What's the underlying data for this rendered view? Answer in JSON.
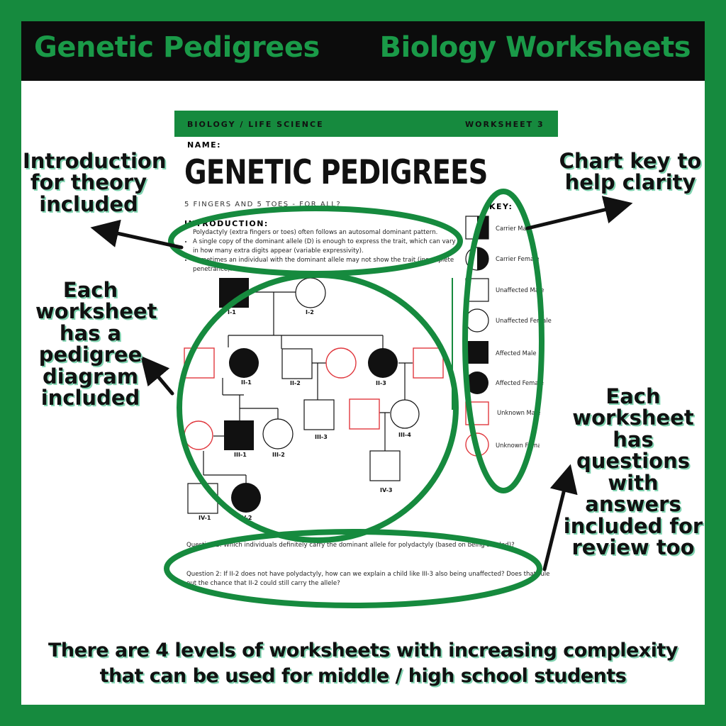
{
  "banner": {
    "left_title": "Genetic Pedigrees",
    "right_title": "Biology Worksheets"
  },
  "worksheet": {
    "category": "BIOLOGY / LIFE SCIENCE",
    "number": "WORKSHEET 3",
    "name_label": "NAME:",
    "title": "GENETIC PEDIGREES",
    "subtitle": "5 FINGERS AND 5 TOES - FOR ALL?",
    "intro_heading": "INTRODUCTION:",
    "intro_items": [
      "Polydactyly (extra fingers or toes) often follows an autosomal dominant pattern.",
      "A single copy of the dominant allele (D) is enough to express the trait, which can vary in how many extra digits appear (variable expressivity).",
      "Sometimes an individual with the dominant allele may not show the trait (incomplete penetrance)."
    ],
    "key_heading": "KEY:",
    "key_items": [
      "Carrier Male",
      "Carrier Female",
      "Unaffected Male",
      "Unaffected Female",
      "Affected Male",
      "Affected Female",
      "Unknown Male",
      "Unknown Female"
    ],
    "pedigree_labels": {
      "i1": "I-1",
      "i2": "I-2",
      "ii1": "II-1",
      "ii2": "II-2",
      "ii3": "II-3",
      "iii1": "III-1",
      "iii2": "III-2",
      "iii3": "III-3",
      "iii4": "III-4",
      "iv1": "IV-1",
      "iv2": "IV-2",
      "iv3": "IV-3"
    },
    "question1": "Question 1: Which individuals definitely carry the dominant allele for polydactyly (based on being shaded)?",
    "question2": "Question 2: If II-2 does not have polydactyly, how can we explain a child like III-3 also being unaffected? Does that rule out the chance that II-2 could still carry the allele?"
  },
  "callouts": {
    "intro": "Introduction for theory included",
    "pedigree": "Each worksheet has a pedigree diagram included",
    "key": "Chart key to help clarity",
    "questions": "Each worksheet has questions with answers included for review too"
  },
  "footer": {
    "line1": "There are 4 levels of worksheets with increasing complexity",
    "line2": "that can be used for middle / high school students"
  },
  "colors": {
    "frame_green": "#168a3e",
    "banner_text": "#1a9a48",
    "unknown_red": "#e0383e",
    "callout_shadow": "#7fd3b0"
  }
}
